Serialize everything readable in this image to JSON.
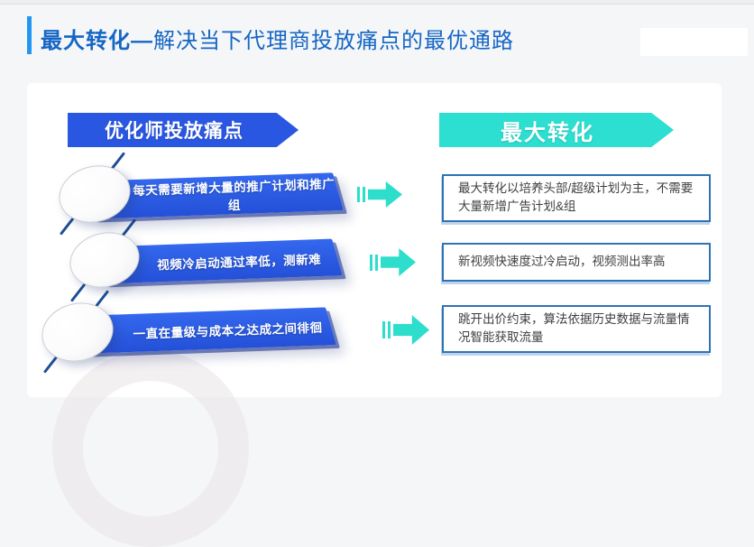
{
  "slide": {
    "title": {
      "bold": "最大转化—",
      "rest": "解决当下代理商投放痛点的最优通路"
    },
    "headers": {
      "left": "优化师投放痛点",
      "right": "最大转化"
    },
    "rows": [
      {
        "pain": "每天需要新增大量的推广计划和推广组",
        "solution": "最大转化以培养头部/超级计划为主，不需要大量新增广告计划&组"
      },
      {
        "pain": "视频冷启动通过率低，测新难",
        "solution": "新视频快速度过冷启动，视频测出率高"
      },
      {
        "pain": "一直在量级与成本之达成之间徘徊",
        "solution": "跳开出价约束，算法依据历史数据与流量情况智能获取流量"
      }
    ],
    "colors": {
      "accent_bar": "#2296F3",
      "title_text": "#1566C4",
      "pain_banner_blue": "#2A57E2",
      "header_cyan": "#2CDFD0",
      "arrow_cyan": "#2CDECB",
      "solution_border": "#2E74B5",
      "background": "#F5F6F8",
      "panel": "#FFFFFF"
    },
    "icons": [
      "arrow-right-icon",
      "sphere-bullet",
      "pin-line"
    ]
  }
}
